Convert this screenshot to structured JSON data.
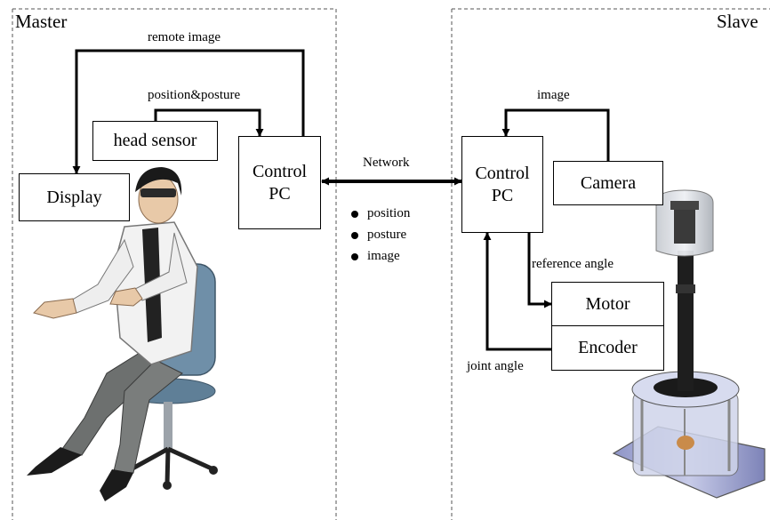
{
  "regions": {
    "master": "Master",
    "slave": "Slave"
  },
  "master": {
    "remote_image": "remote image",
    "position_posture": "position&posture",
    "head_sensor": "head sensor",
    "display": "Display",
    "control_pc_line1": "Control",
    "control_pc_line2": "PC"
  },
  "network": {
    "label": "Network",
    "items": [
      "position",
      "posture",
      "image"
    ]
  },
  "slave": {
    "image": "image",
    "control_pc_line1": "Control",
    "control_pc_line2": "PC",
    "camera": "Camera",
    "reference_angle": "reference angle",
    "motor": "Motor",
    "encoder": "Encoder",
    "joint_angle": "joint angle"
  }
}
